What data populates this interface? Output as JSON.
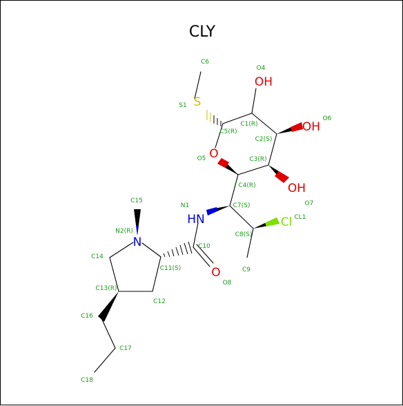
{
  "title": "CLY",
  "colors": {
    "carbon_bond": "#000000",
    "atom_label": "#1a9a1a",
    "oxygen": "#e00000",
    "nitrogen": "#0000e0",
    "sulfur": "#d4c000",
    "chlorine": "#7ee000"
  },
  "heteroatoms": {
    "s1": "S",
    "o4": "OH",
    "o6": "OH",
    "o7": "OH",
    "o5": "O",
    "o8": "O",
    "n1": "HN",
    "n2": "N",
    "cl1": "Cl"
  },
  "atom_labels": {
    "c6": "C6",
    "o4": "O4",
    "s1": "S1",
    "c1": "C1(R)",
    "o6": "O6",
    "c5": "C5(R)",
    "c2": "C2(S)",
    "o5": "O5",
    "c3": "C3(R)",
    "c4": "C4(R)",
    "c15": "C15",
    "n1": "N1",
    "o7": "O7",
    "n2": "N2(R)",
    "c7": "C7(S)",
    "cl1": "CL1",
    "c10": "C10",
    "c8": "C8(S)",
    "c14": "C14",
    "c11": "C11(S)",
    "c9": "C9",
    "o8": "O8",
    "c13": "C13(R)",
    "c12": "C12",
    "c16": "C16",
    "c17": "C17",
    "c18": "C18"
  }
}
